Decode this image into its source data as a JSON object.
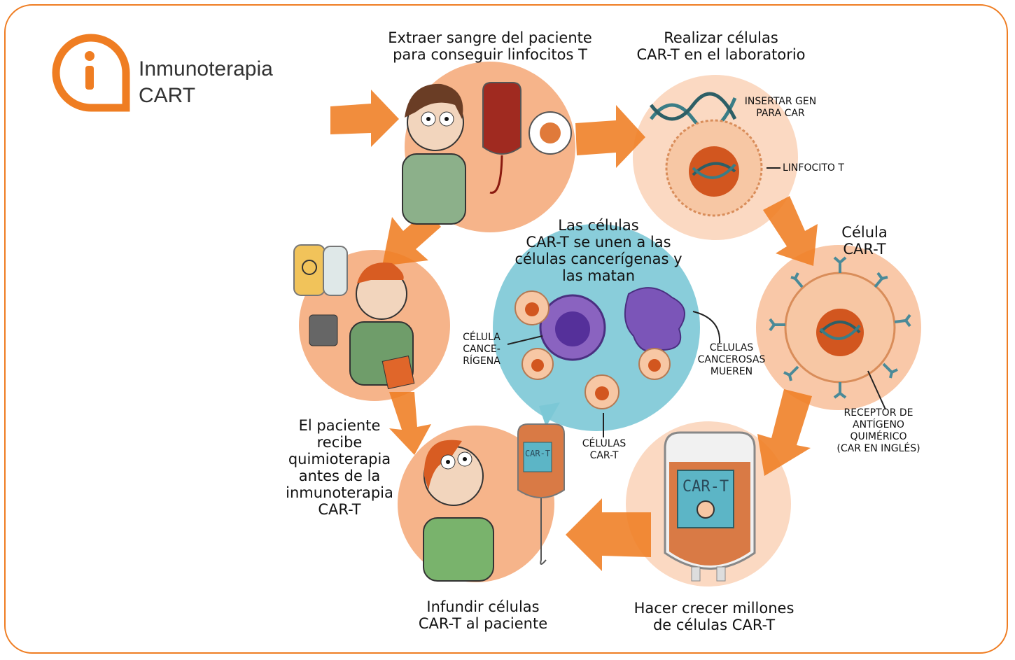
{
  "header": {
    "title_line1": "Inmunoterapia",
    "title_line2": "CART"
  },
  "steps": {
    "extract": [
      "Extraer sangre del paciente",
      "para conseguir linfocitos T"
    ],
    "lab": [
      "Realizar células",
      "CAR-T en el laboratorio"
    ],
    "cart_cell": [
      "Célula",
      "CAR-T"
    ],
    "grow": [
      "Hacer crecer millones",
      "de células CAR-T"
    ],
    "infuse": [
      "Infundir células",
      "CAR-T al paciente"
    ],
    "chemo": [
      "El paciente",
      "recibe",
      "quimioterapia",
      "antes de la",
      "inmunoterapia",
      "CAR-T"
    ],
    "attack": [
      "Las células",
      "CAR-T se unen a las",
      "células cancerígenas y",
      "las matan"
    ]
  },
  "annotations": {
    "insert_gene": [
      "INSERTAR GEN",
      "PARA CAR"
    ],
    "t_lymphocyte": "LINFOCITO T",
    "receptor": [
      "RECEPTOR DE",
      "ANTÍGENO",
      "QUIMÉRICO",
      "(CAR EN INGLÉS)"
    ],
    "cancer_cell": [
      "CÉLULA",
      "CANCE-",
      "RÍGENA"
    ],
    "cancer_die": [
      "CÉLULAS",
      "CANCEROSAS",
      "MUEREN"
    ],
    "cart_cells": [
      "CÉLULAS",
      "CAR-T"
    ]
  },
  "bag_labels": {
    "large": "CAR-T",
    "small": "CAR-T"
  },
  "icons": {
    "info": "info-bubble-icon"
  },
  "colors": {
    "accent": "#ef7d22",
    "circle": "#f6b48a",
    "circle_light": "#fbd9c2",
    "teal": "#5cb5c6",
    "cancer": "#6a4aa0"
  }
}
